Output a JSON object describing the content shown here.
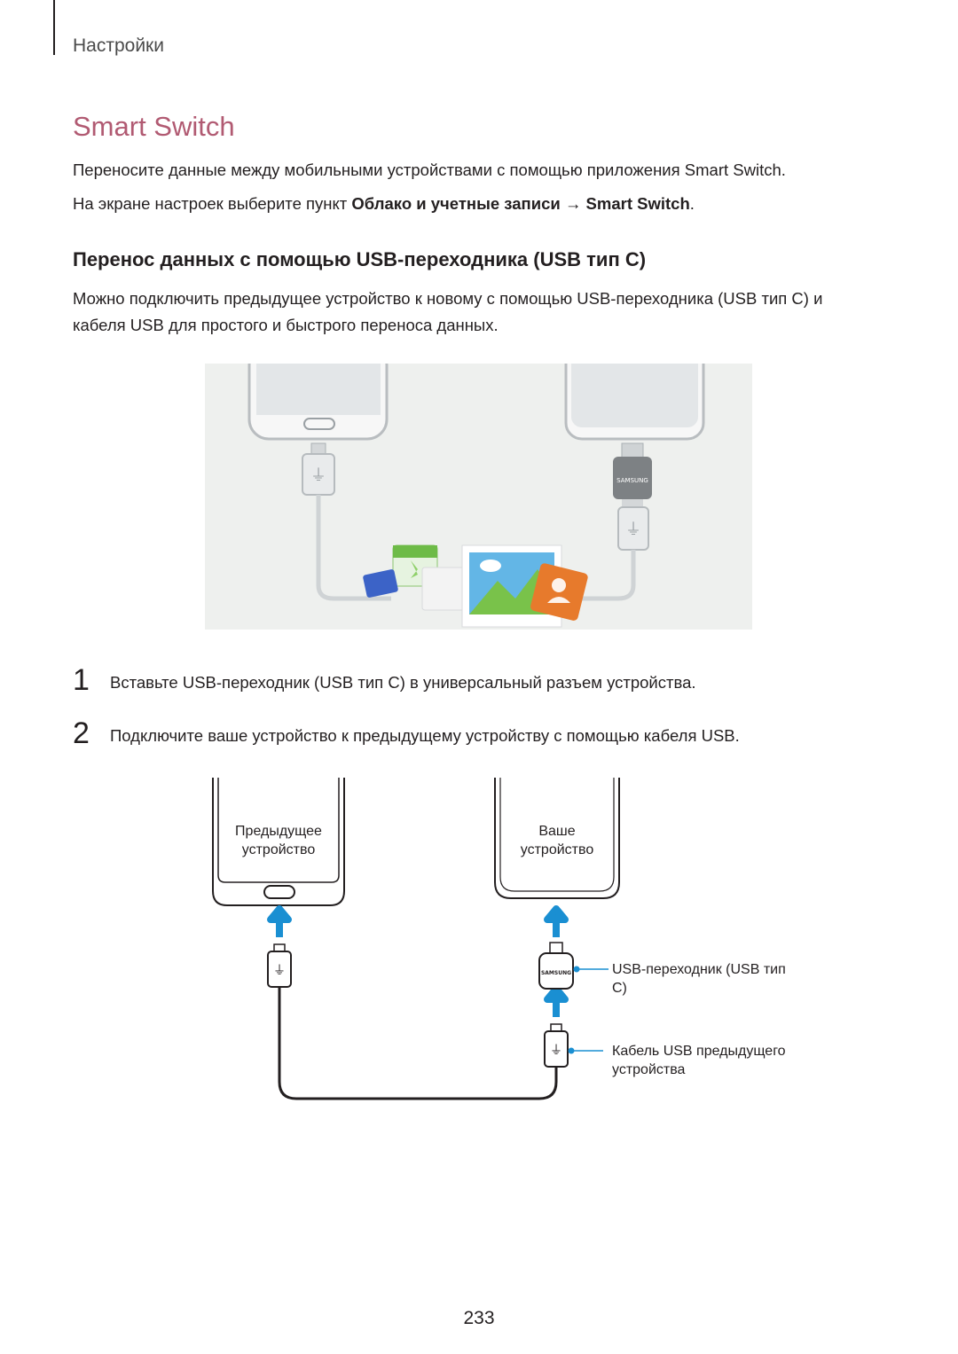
{
  "header": {
    "breadcrumb": "Настройки"
  },
  "title": "Smart Switch",
  "intro": "Переносите данные между мобильными устройствами с помощью приложения Smart Switch.",
  "path": {
    "prefix": "На экране настроек выберите пункт ",
    "item1": "Облако и учетные записи",
    "arrow": " → ",
    "item2": "Smart Switch",
    "suffix": "."
  },
  "section": {
    "heading": "Перенос данных с помощью USB-переходника (USB тип C)",
    "para_line1": "Можно подключить предыдущее устройство к новому с помощью USB-переходника (USB тип C) и",
    "para_line2": "кабеля USB для простого и быстрого переноса данных."
  },
  "steps": [
    {
      "num": "1",
      "text": "Вставьте USB-переходник (USB тип C) в универсальный разъем устройства."
    },
    {
      "num": "2",
      "text": "Подключите ваше устройство к предыдущему устройству с помощью кабеля USB."
    }
  ],
  "diagram": {
    "prev_device_line1": "Предыдущее",
    "prev_device_line2": "устройство",
    "your_device_line1": "Ваше",
    "your_device_line2": "устройство",
    "adapter_label_line1": "USB-переходник (USB тип",
    "adapter_label_line2": "C)",
    "cable_label_line1": "Кабель USB предыдущего",
    "cable_label_line2": "устройства",
    "brand_text": "SAMSUNG"
  },
  "colors": {
    "title": "#b15a72",
    "arrow": "#1a8fd2",
    "photo_bg": "#eef0ee"
  },
  "page_number": "233"
}
